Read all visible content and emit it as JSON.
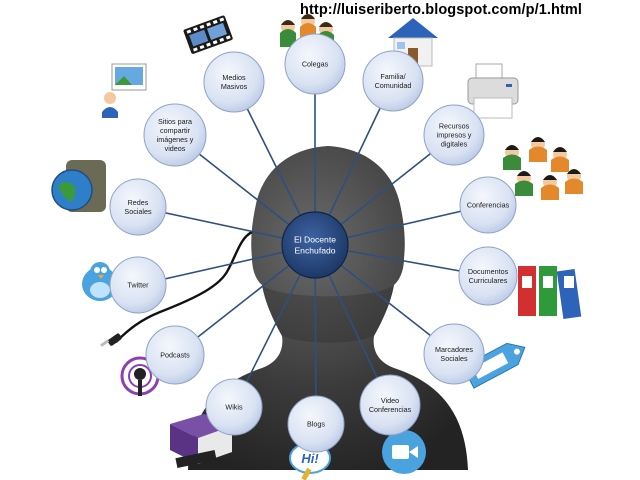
{
  "header": {
    "url": "http://luiseriberto.blogspot.com/p/1.html"
  },
  "center": {
    "lines": [
      "El Docente",
      "Enchufado"
    ]
  },
  "nodes": [
    {
      "id": "medios-masivos",
      "lines": [
        "Medios",
        "Masivos"
      ],
      "icon": "film-strip-icon"
    },
    {
      "id": "colegas",
      "lines": [
        "Colegas"
      ],
      "icon": "colleagues-icon"
    },
    {
      "id": "familia-comunidad",
      "lines": [
        "Familia/",
        "Comunidad"
      ],
      "icon": "house-icon"
    },
    {
      "id": "recursos",
      "lines": [
        "Recursos",
        "impresos y",
        "digitales"
      ],
      "icon": "printer-icon"
    },
    {
      "id": "conferencias",
      "lines": [
        "Conferencias"
      ],
      "icon": "people-group-icon"
    },
    {
      "id": "documentos",
      "lines": [
        "Documentos",
        "Curriculares"
      ],
      "icon": "binders-icon"
    },
    {
      "id": "marcadores",
      "lines": [
        "Marcadores",
        "Sociales"
      ],
      "icon": "tag-icon"
    },
    {
      "id": "video-conferencias",
      "lines": [
        "Video",
        "Conferencias"
      ],
      "icon": "video-camera-icon"
    },
    {
      "id": "blogs",
      "lines": [
        "Blogs"
      ],
      "icon": "blog-pen-icon"
    },
    {
      "id": "wikis",
      "lines": [
        "Wikis"
      ],
      "icon": "wiki-box-icon"
    },
    {
      "id": "podcasts",
      "lines": [
        "Podcasts"
      ],
      "icon": "microphone-icon"
    },
    {
      "id": "twitter",
      "lines": [
        "Twitter"
      ],
      "icon": "bird-icon"
    },
    {
      "id": "redes-sociales",
      "lines": [
        "Redes",
        "Sociales"
      ],
      "icon": "globe-bag-icon"
    },
    {
      "id": "sitios",
      "lines": [
        "Sitios para",
        "compartir",
        "imágenes y",
        "videos"
      ],
      "icon": "photo-share-icon"
    }
  ],
  "colors": {
    "node_fill": "#d9e2f3",
    "node_stroke": "#8fa2c6",
    "spoke": "#2f4f7f",
    "center_fill": "#1f3d6e",
    "silhouette": "#3d3d3d"
  }
}
